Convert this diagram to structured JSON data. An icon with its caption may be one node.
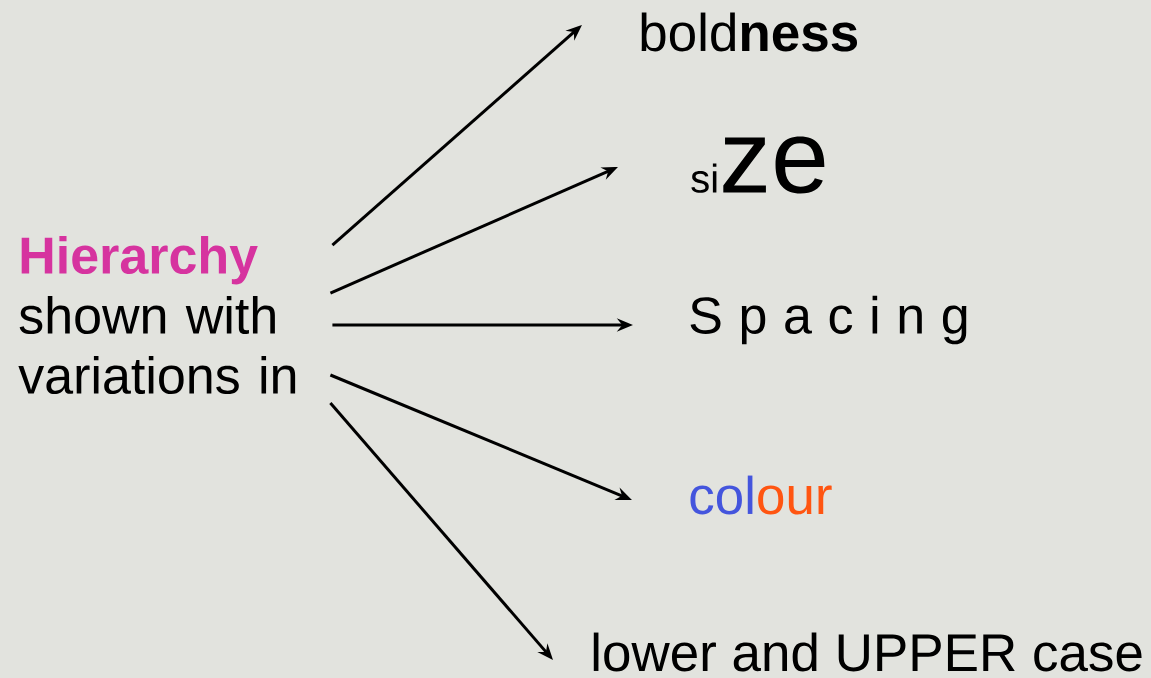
{
  "diagram": {
    "nodes": [
      {
        "text": [
          "Hierarchy",
          "shown with variations in"
        ]
      },
      {
        "text": [
          "bold**ness**"
        ]
      },
      {
        "text": [
          "si",
          "ze"
        ]
      },
      {
        "text": [
          "S p a c i n g"
        ]
      },
      {
        "text": [
          "col",
          "our"
        ]
      },
      {
        "text": [
          "lower and UPPER case"
        ]
      }
    ],
    "edges": [
      {
        "from": 0,
        "to": 1,
        "arrow": "to"
      },
      {
        "from": 0,
        "to": 2,
        "arrow": "to"
      },
      {
        "from": 0,
        "to": 3,
        "arrow": "to"
      },
      {
        "from": 0,
        "to": 4,
        "arrow": "to"
      },
      {
        "from": 0,
        "to": 5,
        "arrow": "to"
      }
    ]
  }
}
